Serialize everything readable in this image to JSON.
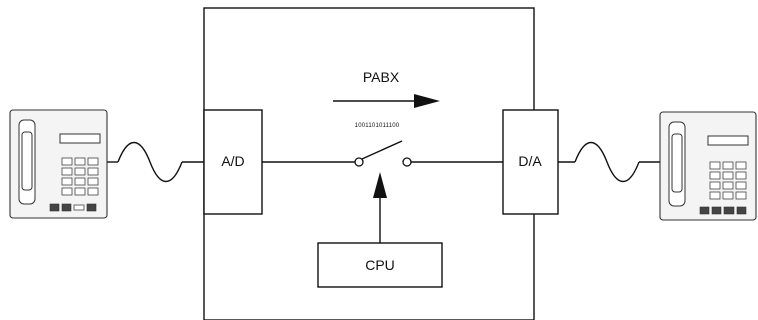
{
  "diagram": {
    "exchange_label": "PABX",
    "bit_stream": "1001101011100",
    "converter_left_label": "A/D",
    "converter_right_label": "D/A",
    "controller_label": "CPU"
  },
  "colors": {
    "stroke": "#111111",
    "background": "#ffffff"
  },
  "icons": {
    "left_device": "desk-telephone-icon",
    "right_device": "desk-telephone-icon"
  }
}
